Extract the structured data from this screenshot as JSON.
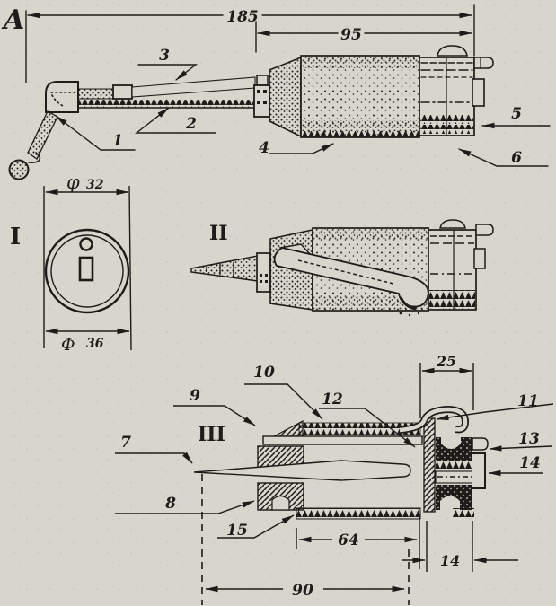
{
  "drawing": {
    "title_letter": "A",
    "views": {
      "i": "I",
      "ii": "II",
      "iii": "III"
    },
    "dims": {
      "overall": "185",
      "body": "95",
      "cap": "25",
      "tube": "64",
      "rod": "90",
      "end_width": "14",
      "phi_small_sym": "φ",
      "phi_small_val": "32",
      "phi_big_sym": "Φ",
      "phi_big_val": "36"
    },
    "callouts": {
      "n1": "1",
      "n2": "2",
      "n3": "3",
      "n4": "4",
      "n5": "5",
      "n6": "6",
      "n7": "7",
      "n8": "8",
      "n9": "9",
      "n10": "10",
      "n11": "11",
      "n12": "12",
      "n13": "13",
      "n14": "14",
      "n15": "15"
    },
    "ink": "#1d1c18",
    "paper": "#d8d5cd"
  }
}
